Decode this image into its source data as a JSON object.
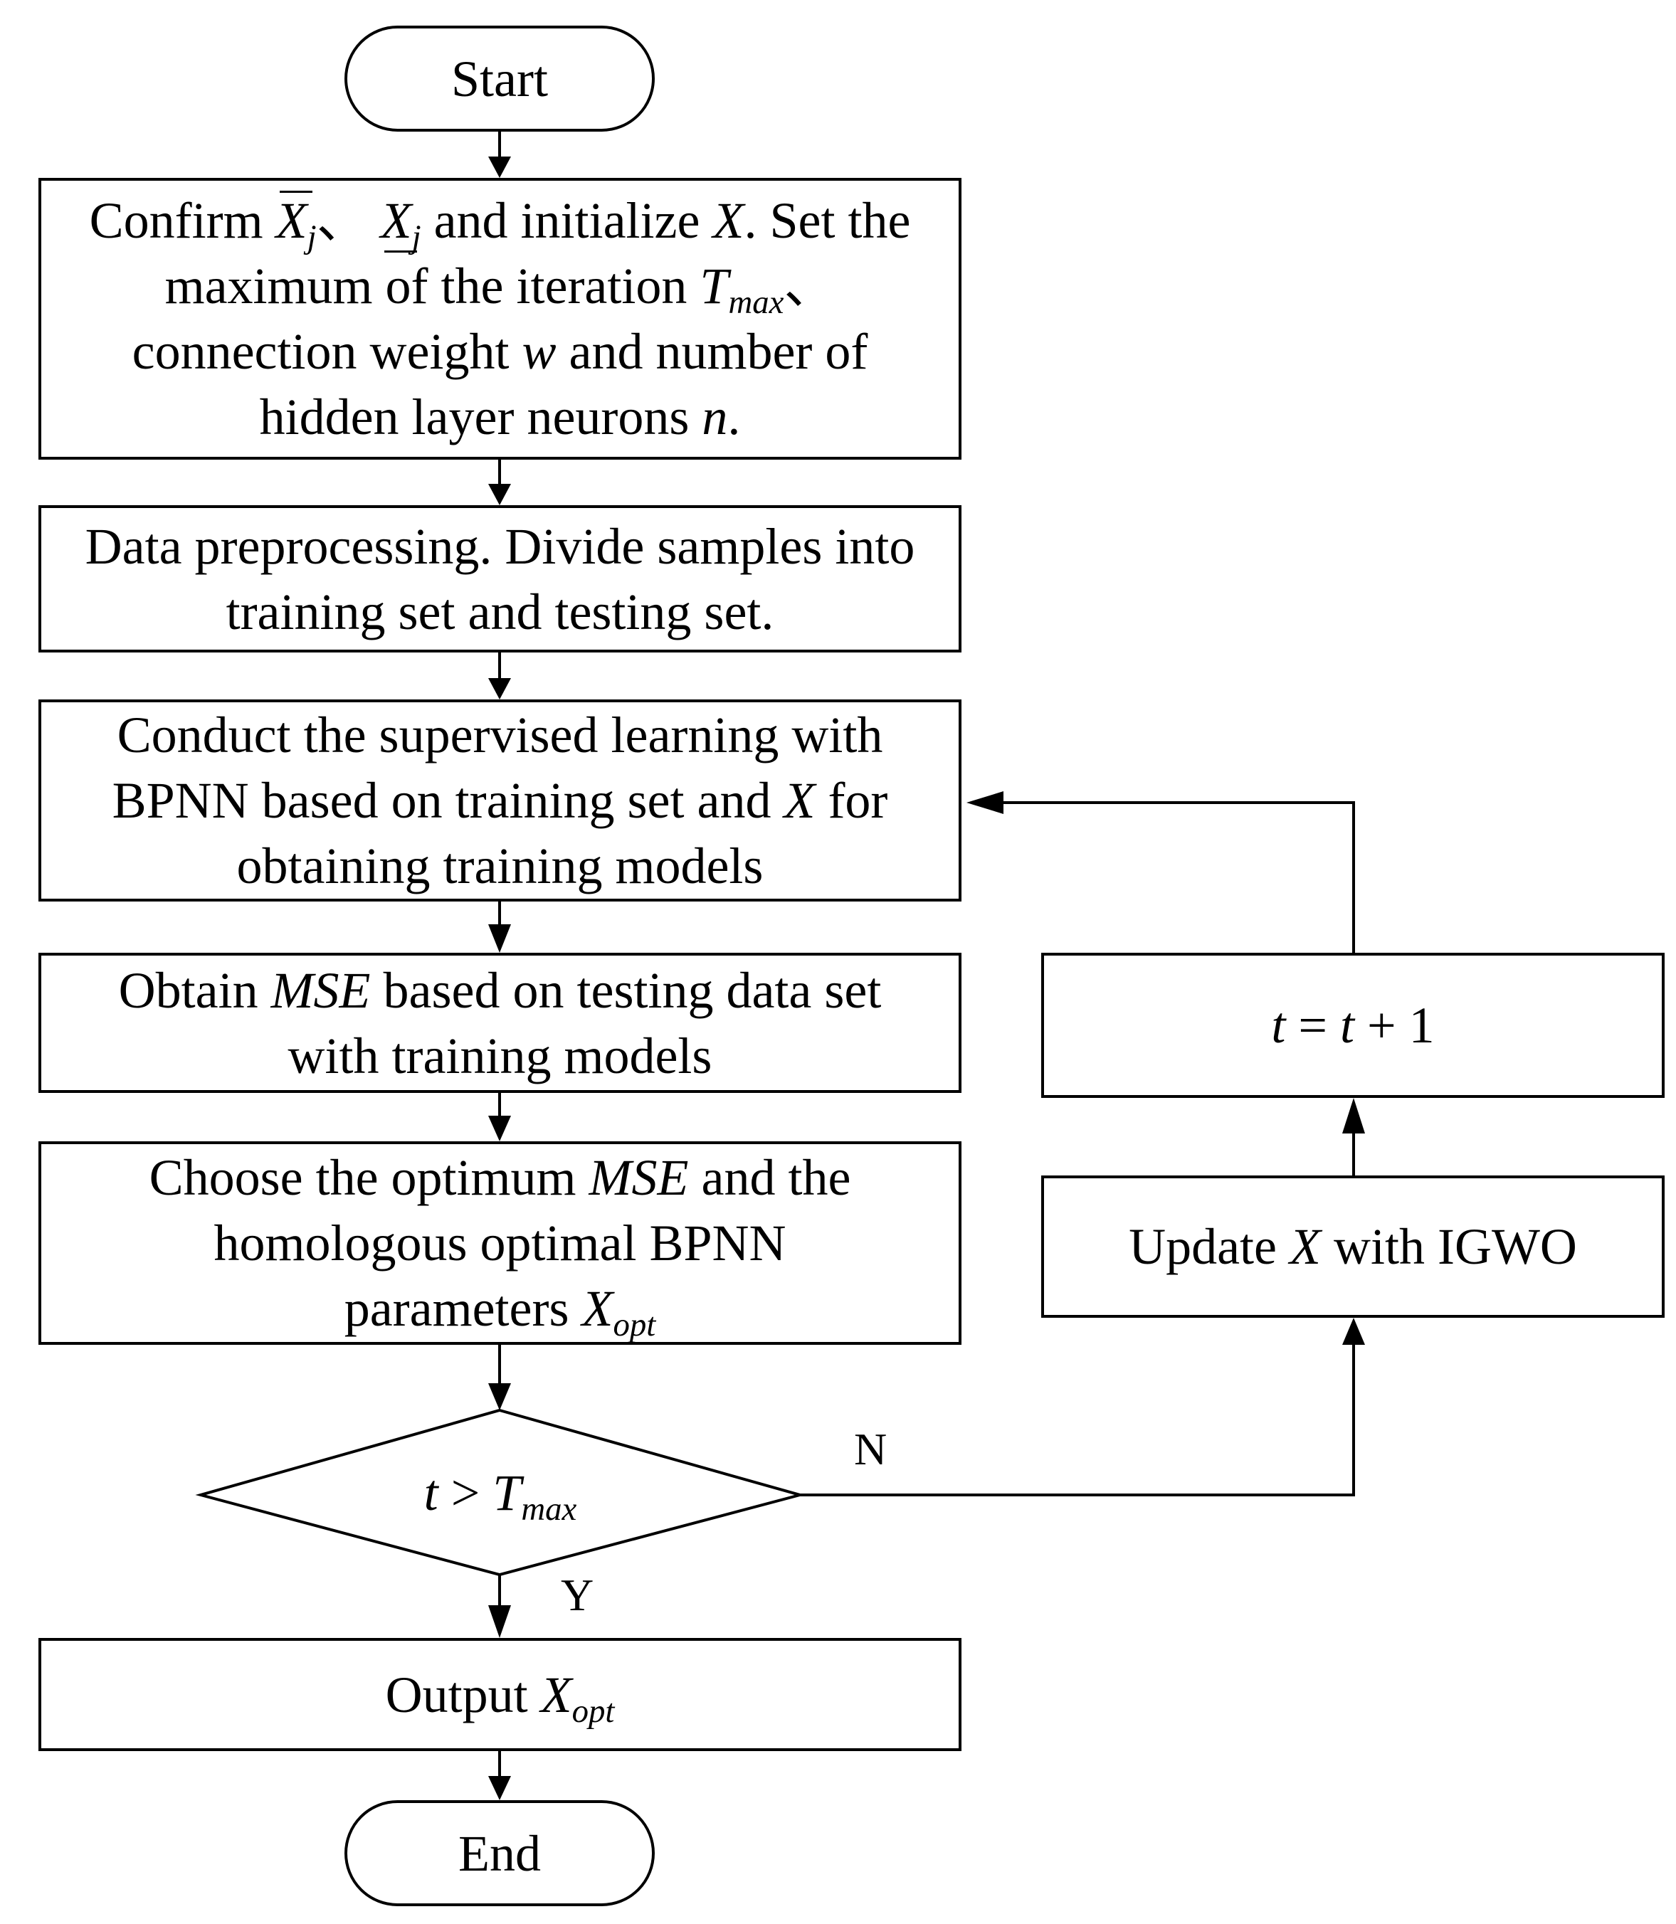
{
  "start": "Start",
  "end": "End",
  "init": {
    "confirm": "Confirm",
    "x": "X",
    "sub_j": "j",
    "sep": "、",
    "and_init": "and initialize",
    "dot_set": ". Set the",
    "line2": "maximum of the iteration",
    "t": "T",
    "sub_max": "max",
    "line3a": "connection weight",
    "w": "w",
    "line3b": "and number of",
    "line4": "hidden layer neurons",
    "n": "n",
    "dot": "."
  },
  "preprocess": {
    "line1": "Data preprocessing. Divide samples into",
    "line2": "training set and testing set."
  },
  "train": {
    "line1": "Conduct the supervised learning with",
    "line2a": "BPNN based on training set and",
    "x": "X",
    "line2b": "for",
    "line3": "obtaining training models"
  },
  "mse": {
    "line1a": "Obtain",
    "mse": "MSE",
    "line1b": "based on testing data set",
    "line2": "with training models"
  },
  "choose": {
    "line1a": "Choose the optimum",
    "mse": "MSE",
    "line1b": "and the",
    "line2": "homologous optimal BPNN",
    "line3": "parameters",
    "x": "X",
    "sub_opt": "opt"
  },
  "decision": {
    "t": "t",
    "gt": ">",
    "tmax": "T",
    "sub_max": "max"
  },
  "output": {
    "label": "Output",
    "x": "X",
    "sub_opt": "opt"
  },
  "increment": {
    "t1": "t",
    "eq": "=",
    "t2": "t",
    "plus": "+ 1"
  },
  "update": {
    "a": "Update",
    "x": "X",
    "b": "with IGWO"
  },
  "labels": {
    "no": "N",
    "yes": "Y"
  }
}
